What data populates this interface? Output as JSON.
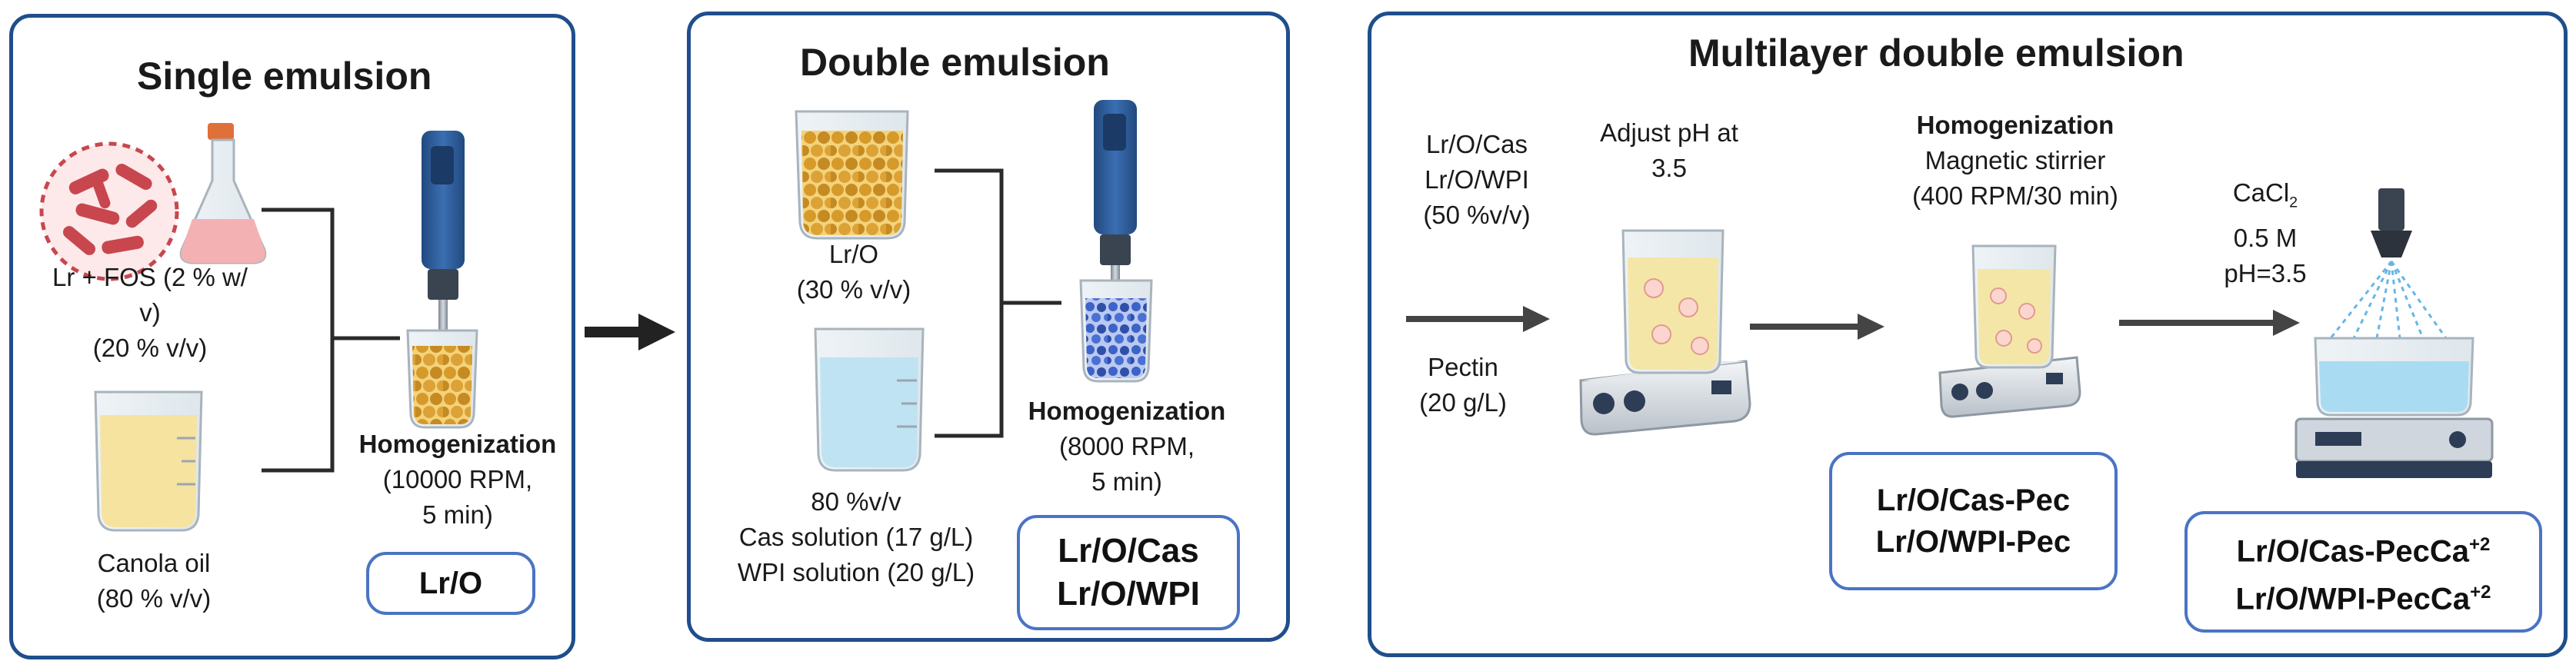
{
  "panels": {
    "single": {
      "title": "Single emulsion",
      "lr_label_1": "Lr + FOS (2 % w/",
      "lr_label_2": "v)",
      "lr_label_3": "(20 % v/v)",
      "oil_label_1": "Canola oil",
      "oil_label_2": "(80 % v/v)",
      "homog_title": "Homogenization",
      "homog_1": "(10000 RPM,",
      "homog_2": "5 min)",
      "result": "Lr/O"
    },
    "double": {
      "title": "Double emulsion",
      "lro_1": "Lr/O",
      "lro_2": "(30 % v/v)",
      "water_1": "80 %v/v",
      "water_2": "Cas solution (17 g/L)",
      "water_3": "WPI solution (20 g/L)",
      "homog_title": "Homogenization",
      "homog_1": "(8000 RPM,",
      "homog_2": "5 min)",
      "result_1": "Lr/O/Cas",
      "result_2": "Lr/O/WPI"
    },
    "multilayer": {
      "title": "Multilayer double emulsion",
      "input_1": "Lr/O/Cas",
      "input_2": "Lr/O/WPI",
      "input_3": "(50 %v/v)",
      "pectin_1": "Pectin",
      "pectin_2": "(20 g/L)",
      "ph_1": "Adjust pH at",
      "ph_2": "3.5",
      "homog_title": "Homogenization",
      "homog_1": "Magnetic stirrier",
      "homog_2": "(400 RPM/30 min)",
      "cacl_main": "CaCl",
      "cacl_sub": "2",
      "cacl_2": "0.5 M",
      "cacl_3": "pH=3.5",
      "result_a_1": "Lr/O/Cas-Pec",
      "result_a_2": "Lr/O/WPI-Pec",
      "result_b_1": "Lr/O/Cas-PecCa",
      "result_b_2": "Lr/O/WPI-PecCa",
      "result_b_sup": "+2"
    }
  },
  "colors": {
    "panel_border": "#1f4e8c",
    "result_border": "#4a74c4",
    "mixer_blue": "#2f5e9c",
    "beads_gold": "#d69a2a",
    "beads_blue": "#3d63c8",
    "oil_yellow": "#f6e3a0",
    "water_blue": "#bfe3f2",
    "bacteria": "#c8474e"
  }
}
